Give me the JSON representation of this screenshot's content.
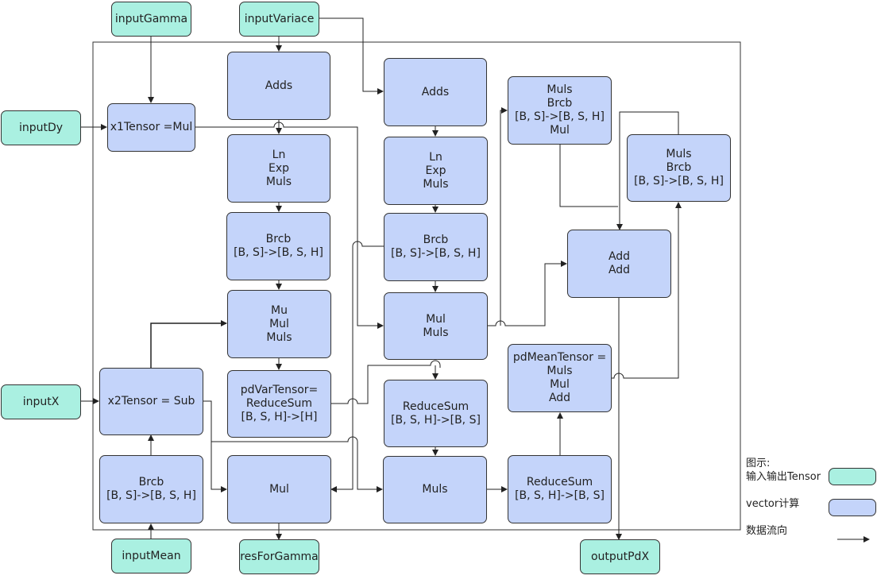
{
  "io": {
    "input_gamma": "inputGamma",
    "input_variace": "inputVariace",
    "input_dy": "inputDy",
    "input_x": "inputX",
    "input_mean": "inputMean",
    "res_for_gamma": "resForGamma",
    "output_pdx": "outputPdX"
  },
  "nodes": {
    "x1_tensor": "x1Tensor =Mul",
    "x2_tensor": "x2Tensor = Sub",
    "brcb_mean": "Brcb\n[B, S]->[B, S, H]",
    "adds_1": "Adds",
    "ln_exp_muls_1": "Ln\nExp\nMuls",
    "brcb_1": "Brcb\n[B, S]->[B, S, H]",
    "mu_mul_muls": "Mu\nMul\nMuls",
    "pdvar_tensor": "pdVarTensor=\nReduceSum\n[B, S, H]->[H]",
    "mul_gamma": "Mul",
    "adds_2": "Adds",
    "ln_exp_muls_2": "Ln\nExp\nMuls",
    "brcb_2": "Brcb\n[B, S]->[B, S, H]",
    "mul_muls": "Mul\nMuls",
    "reducesum_1": "ReduceSum\n[B, S, H]->[B, S]",
    "muls_bottom": "Muls",
    "muls_brcb_mul": "Muls\nBrcb\n[B, S]->[B, S, H]\nMul",
    "muls_brcb": "Muls\nBrcb\n[B, S]->[B, S, H]",
    "add_add": "Add\nAdd",
    "pdmean_tensor": "pdMeanTensor =\nMuls\nMul\nAdd",
    "reducesum_2": "ReduceSum\n[B, S, H]->[B, S]"
  },
  "legend": {
    "title": "图示:",
    "io_label": "输入输出Tensor",
    "vec_label": "vector计算",
    "flow_label": "数据流向"
  },
  "colors": {
    "io_fill": "#aaf0e1",
    "vector_fill": "#c4d4fa",
    "line": "#222222"
  }
}
